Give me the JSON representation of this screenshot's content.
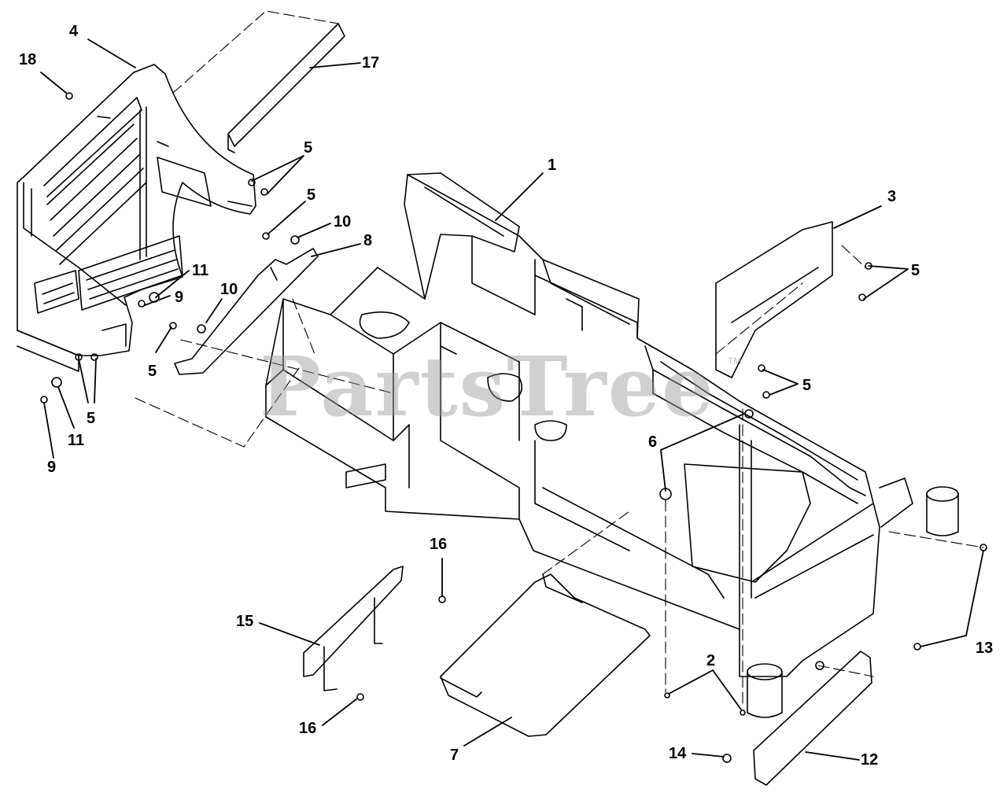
{
  "watermark": {
    "text": "PartsTree",
    "trademark": "TM"
  },
  "callouts": [
    {
      "id": "c4",
      "label": "4"
    },
    {
      "id": "c18",
      "label": "18"
    },
    {
      "id": "c17",
      "label": "17"
    },
    {
      "id": "c5a",
      "label": "5"
    },
    {
      "id": "c5b",
      "label": "5"
    },
    {
      "id": "c10a",
      "label": "10"
    },
    {
      "id": "c8",
      "label": "8"
    },
    {
      "id": "c11a",
      "label": "11"
    },
    {
      "id": "c9a",
      "label": "9"
    },
    {
      "id": "c10b",
      "label": "10"
    },
    {
      "id": "c5c",
      "label": "5"
    },
    {
      "id": "c5d",
      "label": "5"
    },
    {
      "id": "c11b",
      "label": "11"
    },
    {
      "id": "c9b",
      "label": "9"
    },
    {
      "id": "c1",
      "label": "1"
    },
    {
      "id": "c3",
      "label": "3"
    },
    {
      "id": "c5e",
      "label": "5"
    },
    {
      "id": "c5f",
      "label": "5"
    },
    {
      "id": "c6",
      "label": "6"
    },
    {
      "id": "c16a",
      "label": "16"
    },
    {
      "id": "c15",
      "label": "15"
    },
    {
      "id": "c16b",
      "label": "16"
    },
    {
      "id": "c7",
      "label": "7"
    },
    {
      "id": "c2",
      "label": "2"
    },
    {
      "id": "c14",
      "label": "14"
    },
    {
      "id": "c12",
      "label": "12"
    },
    {
      "id": "c13",
      "label": "13"
    }
  ]
}
